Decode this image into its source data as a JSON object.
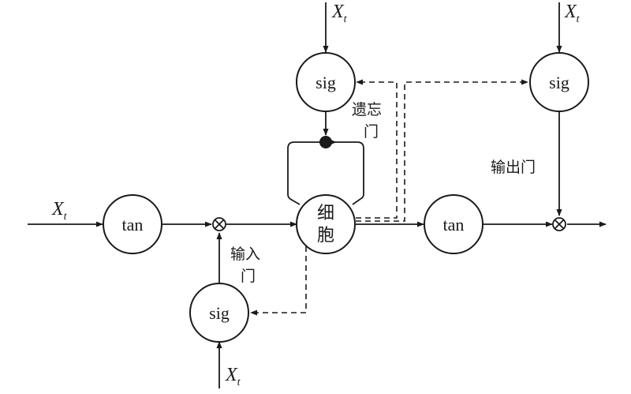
{
  "diagram": {
    "input_symbol": "X",
    "input_subscript": "t",
    "nodes": {
      "tan_input": "tan",
      "sig_input": "sig",
      "sig_forget": "sig",
      "sig_output": "sig",
      "tan_output": "tan",
      "cell_line1": "细",
      "cell_line2": "胞"
    },
    "labels": {
      "input_gate_line1": "输入",
      "input_gate_line2": "门",
      "forget_gate_line1": "遗忘",
      "forget_gate_line2": "门",
      "output_gate": "输出门"
    },
    "colors": {
      "stroke": "#1a1a1a",
      "background": "#ffffff"
    }
  }
}
